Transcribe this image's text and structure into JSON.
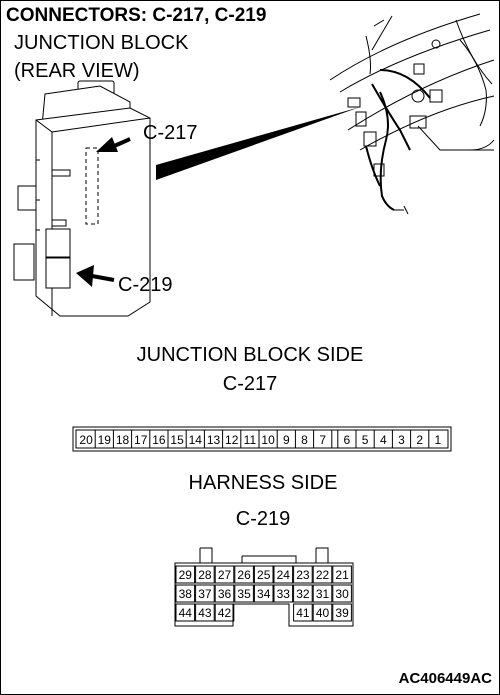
{
  "header": {
    "title": "CONNECTORS: C-217, C-219",
    "subtitle_line1": "JUNCTION BLOCK",
    "subtitle_line2": "(REAR VIEW)"
  },
  "illustration": {
    "label_c217": "C-217",
    "label_c219": "C-219"
  },
  "connector_c217": {
    "side_label": "JUNCTION BLOCK SIDE",
    "name": "C-217",
    "pins": [
      "20",
      "19",
      "18",
      "17",
      "16",
      "15",
      "14",
      "13",
      "12",
      "11",
      "10",
      "9",
      "8",
      "7",
      "6",
      "5",
      "4",
      "3",
      "2",
      "1"
    ]
  },
  "connector_c219": {
    "side_label": "HARNESS SIDE",
    "name": "C-219",
    "rows": [
      [
        "29",
        "28",
        "27",
        "26",
        "25",
        "24",
        "23",
        "22",
        "21"
      ],
      [
        "38",
        "37",
        "36",
        "35",
        "34",
        "33",
        "32",
        "31",
        "30"
      ],
      [
        "44",
        "43",
        "42",
        "",
        "",
        "",
        "41",
        "40",
        "39"
      ]
    ]
  },
  "footer": {
    "reference_code": "AC406449AC"
  }
}
